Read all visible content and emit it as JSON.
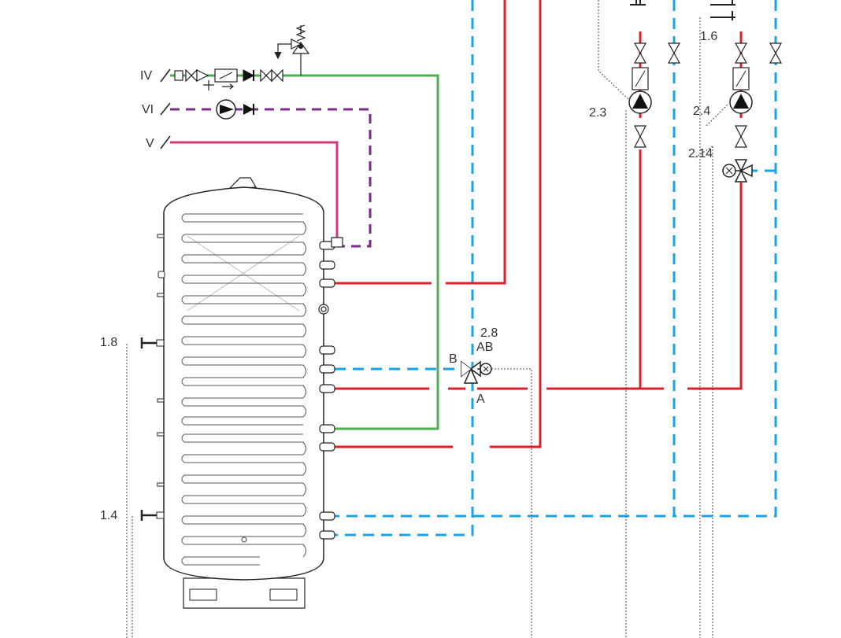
{
  "colors": {
    "hot": "#d9222b",
    "cold": "#1aa3e6",
    "green": "#4caf50",
    "purple": "#7b2b8a",
    "pink": "#d13a78",
    "outline": "#222222"
  },
  "labels": {
    "IV": "IV",
    "VI": "VI",
    "V": "V",
    "sensor_top": "1.8",
    "sensor_bottom": "1.4",
    "valve_2_8": "2.8",
    "valve_AB": "AB",
    "valve_B": "B",
    "valve_A": "A",
    "pump_2_3": "2.3",
    "pump_2_4": "2.4",
    "valve_2_14": "2.14",
    "sensor_1_6": "1.6"
  },
  "icons": [
    "pump-icon",
    "check-valve-icon",
    "ball-valve-icon",
    "safety-valve-icon",
    "three-way-valve-icon",
    "temperature-sensor-icon",
    "flow-meter-icon",
    "filter-icon"
  ]
}
